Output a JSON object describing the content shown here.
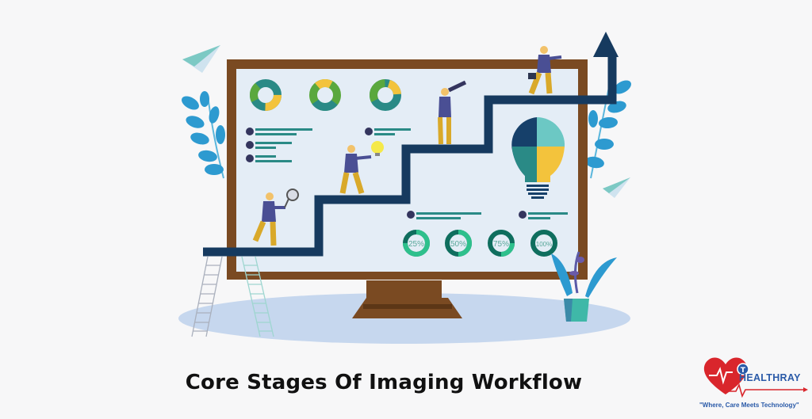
{
  "title": "Core Stages Of Imaging Workflow",
  "logo": {
    "name": "HEALTHRAY",
    "tagline": "\"Where, Care Meets Technology\"",
    "icon": "heart-pulse-icon"
  },
  "illustration": {
    "progress_rings": [
      {
        "label": "25%"
      },
      {
        "label": "50%"
      },
      {
        "label": "75%"
      },
      {
        "label": "100%"
      }
    ],
    "colors": {
      "frame": "#7a4a22",
      "screen": "#e4edf6",
      "stairs": "#163a5f",
      "teal": "#2a8a86",
      "yellow": "#f3c33c",
      "green": "#5aa83e",
      "shadow": "#c6d7ee",
      "leaf": "#2d9ad0"
    }
  },
  "colors": {
    "background": "#f7f7f8",
    "title_text": "#111111",
    "brand_red": "#d9262c",
    "brand_blue": "#2a5aa8"
  }
}
